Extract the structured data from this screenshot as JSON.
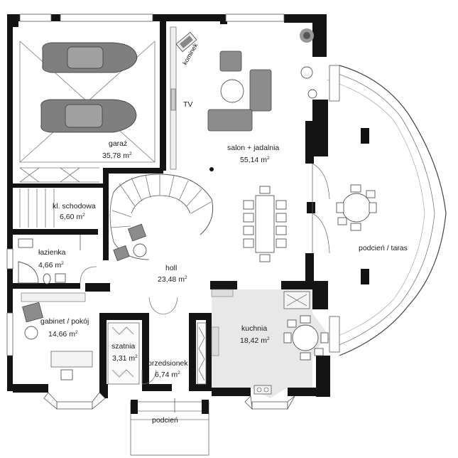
{
  "rooms": [
    {
      "name": "garaż",
      "area": "35,78 m",
      "sup": "2"
    },
    {
      "name": "salon + jadalnia",
      "area": "55,14 m",
      "sup": "2"
    },
    {
      "name": "kl. schodowa",
      "area": "6,60 m",
      "sup": "2"
    },
    {
      "name": "łazienka",
      "area": "4,66 m",
      "sup": "2"
    },
    {
      "name": "holl",
      "area": "23,48 m",
      "sup": "2"
    },
    {
      "name": "podcień / taras",
      "area": "",
      "sup": ""
    },
    {
      "name": "gabinet / pokój",
      "area": "14,66 m",
      "sup": "2"
    },
    {
      "name": "kuchnia",
      "area": "18,42 m",
      "sup": "2"
    },
    {
      "name": "szatnia",
      "area": "3,31 m",
      "sup": "2"
    },
    {
      "name": "przedsionek",
      "area": "6,74 m",
      "sup": "2"
    },
    {
      "name": "podcień",
      "area": "",
      "sup": ""
    }
  ],
  "labels": {
    "tv": "TV",
    "kominek": "kominek"
  }
}
